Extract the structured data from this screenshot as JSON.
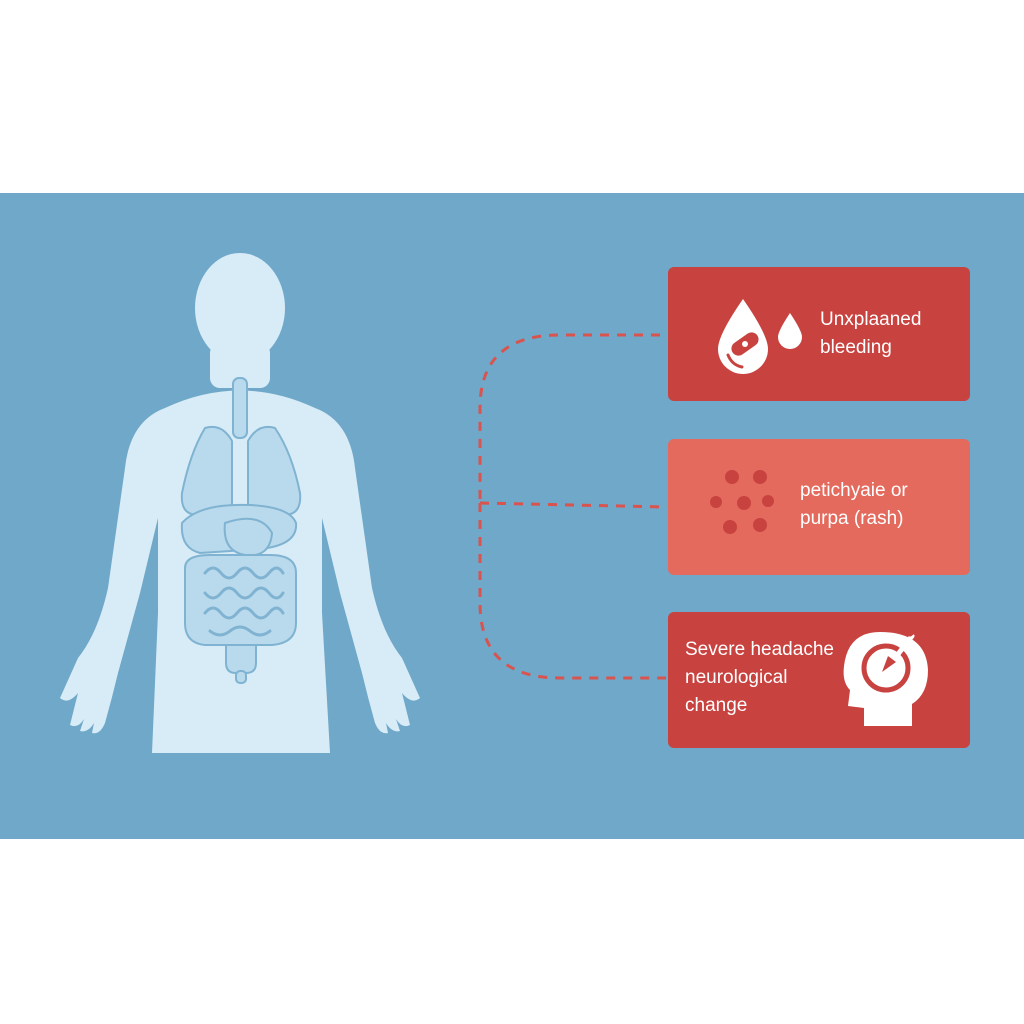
{
  "colors": {
    "background": "#ffffff",
    "panel": "#6fa8c8",
    "body_silhouette": "#d8ecf7",
    "organs": "#b9d9ec",
    "organ_lines": "#7fb3d1",
    "connector": "#d9534f",
    "card_dark": "#c8423f",
    "card_light": "#e36a5c"
  },
  "cards": [
    {
      "label": "Unxplaaned\nbleeding",
      "icon": "blood-drop-bandage-icon"
    },
    {
      "label": "petichyaie or\npurpa (rash)",
      "icon": "petechiae-dots-icon"
    },
    {
      "label": "Severe headache\nneurological\nchange",
      "icon": "head-pressure-icon"
    }
  ]
}
